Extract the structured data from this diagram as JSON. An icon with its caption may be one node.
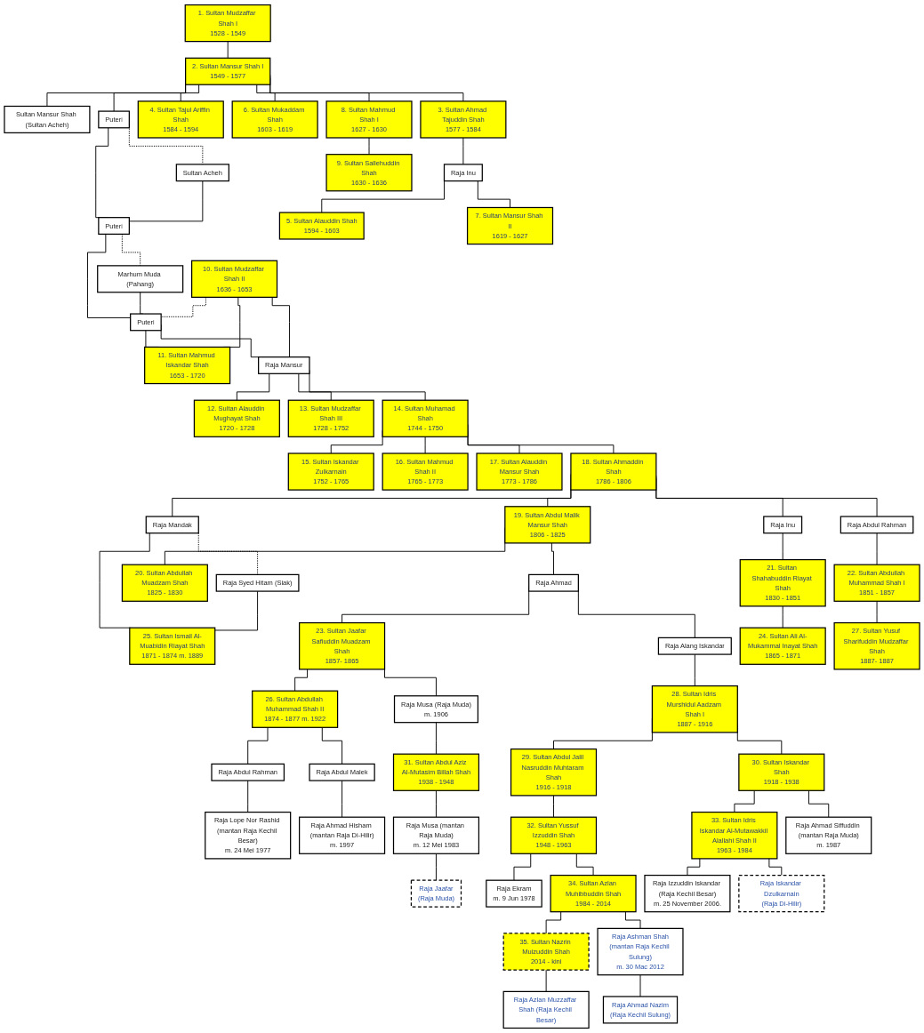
{
  "diagram": {
    "nodes": [
      {
        "text": [
          "1. Sultan Mudzaffar Shah I",
          "1528 - 1549"
        ]
      },
      {
        "text": [
          "2. Sultan Mansur Shah I",
          "1549 - 1577"
        ]
      },
      {
        "text": [
          "Sultan Mansur Shah (Sultan Acheh)"
        ]
      },
      {
        "text": [
          "3. Sultan Ahmad Tajuddin Shah",
          "1577 - 1584"
        ]
      },
      {
        "text": [
          "4. Sultan Tajul Ariffin Shah",
          "1584 - 1594"
        ]
      },
      {
        "text": [
          "6. Sultan Mukaddam Shah",
          "1603 - 1619"
        ]
      },
      {
        "text": [
          "8. Sultan Mahmud Shah I",
          "1627 - 1630"
        ]
      },
      {
        "text": [
          "Puteri"
        ]
      },
      {
        "text": [
          "Sultan Acheh"
        ]
      },
      {
        "text": [
          "Raja Inu"
        ]
      },
      {
        "text": [
          "9. Sultan Sallehuddin Shah",
          "1630 - 1636"
        ]
      },
      {
        "text": [
          "Puteri"
        ]
      },
      {
        "text": [
          "Marhum Muda (Pahang)"
        ]
      },
      {
        "text": [
          "5. Sultan Alauddin Shah",
          "1594 - 1603"
        ]
      },
      {
        "text": [
          "7. Sultan Mansur Shah II",
          "1619 - 1627"
        ]
      },
      {
        "text": [
          "Puteri"
        ]
      },
      {
        "text": [
          "10. Sultan Mudzaffar Shah II",
          "1636 - 1653"
        ]
      },
      {
        "text": [
          "11. Sultan Mahmud Iskandar Shah",
          "1653 - 1720"
        ]
      },
      {
        "text": [
          "Raja Mansur"
        ]
      },
      {
        "text": [
          "12. Sultan Alauddin Mughayat Shah",
          "1720 - 1728"
        ]
      },
      {
        "text": [
          "13. Sultan Mudzaffar Shah III",
          "1728 - 1752"
        ]
      },
      {
        "text": [
          "14. Sultan Muhamad Shah",
          "1744 - 1750"
        ]
      },
      {
        "text": [
          "15. Sultan Iskandar Zulkarnain",
          "1752 - 1765"
        ]
      },
      {
        "text": [
          "16. Sultan Mahmud Shah II",
          "1765 - 1773"
        ]
      },
      {
        "text": [
          "17. Sultan Alauddin Mansur Shah",
          "1773 - 1786"
        ]
      },
      {
        "text": [
          "18. Sultan Ahmaddin Shah",
          "1786 - 1806"
        ]
      },
      {
        "text": [
          "19. Sultan Abdul Malik Mansur Shah",
          "1806 - 1825"
        ]
      },
      {
        "text": [
          "Raja Inu"
        ]
      },
      {
        "text": [
          "Raja Abdul Rahman"
        ]
      },
      {
        "text": [
          "Raja Mandak"
        ]
      },
      {
        "text": [
          "Raja Syed Hitam (Siak)"
        ]
      },
      {
        "text": [
          "20. Sultan Abdullah Muadzam Shah",
          "1825 - 1830"
        ]
      },
      {
        "text": [
          "Raja Ahmad"
        ]
      },
      {
        "text": [
          "21. Sultan Shahabuddin Riayat Shah",
          "1830 - 1851"
        ]
      },
      {
        "text": [
          "22. Sultan Abdullah Muhammad Shah I",
          "1851 - 1857"
        ]
      },
      {
        "text": [
          "25. Sultan Ismail Al-Muabidin Riayat Shah",
          "1871 - 1874 m. 1889"
        ]
      },
      {
        "text": [
          "23. Sultan Jaafar Safiuddin Muadzam Shah",
          "1857- 1865"
        ]
      },
      {
        "text": [
          "Raja Alang Iskandar"
        ]
      },
      {
        "text": [
          "24. Sultan Ali Al-Mukammal Inayat Shah",
          "1865 - 1871"
        ]
      },
      {
        "text": [
          "27. Sultan Yusuf Sharifuddin Mudzaffar Shah",
          "1887- 1887"
        ]
      },
      {
        "text": [
          "26. Sultan Abdullah Muhammad Shah II",
          "1874 - 1877 m. 1922"
        ]
      },
      {
        "text": [
          "Raja Musa (Raja Muda)",
          "m. 1906"
        ]
      },
      {
        "text": [
          "28. Sultan Idris Murshidul Aadzam Shah I",
          "1887 - 1916"
        ]
      },
      {
        "text": [
          "Raja Abdul Rahman"
        ]
      },
      {
        "text": [
          "Raja Abdul Malek"
        ]
      },
      {
        "text": [
          "31. Sultan Abdul Aziz Al-Mutasim Billah Shah",
          "1938 - 1948"
        ]
      },
      {
        "text": [
          "29. Sultan Abdul Jalil Nasruddin Muhtaram Shah",
          "1916 - 1918"
        ]
      },
      {
        "text": [
          "30. Sultan Iskandar Shah",
          "1918 - 1938"
        ]
      },
      {
        "text": [
          "Raja Lope Nor Rashid (mantan Raja Kechil Besar)",
          "m. 24 Mei 1977"
        ]
      },
      {
        "text": [
          "Raja Ahmad Hisham (mantan Raja Di-Hilir)",
          "m. 1997"
        ]
      },
      {
        "text": [
          "Raja Musa (mantan Raja Muda)",
          "m. 12 Mei 1983"
        ]
      },
      {
        "text": [
          "32. Sultan Yussuf Izzuddin Shah",
          "1948 - 1963"
        ]
      },
      {
        "text": [
          "33. Sultan Idris Iskandar Al-Mutawakkil Alallahi Shah II",
          "1963 - 1984"
        ]
      },
      {
        "text": [
          "Raja Ahmad Siffuddin (mantan Raja Muda)",
          "m. 1987"
        ]
      },
      {
        "text": [
          "Raja Jaafar",
          "(Raja Muda)"
        ]
      },
      {
        "text": [
          "Raja Ekram",
          "m. 9 Jun 1978"
        ]
      },
      {
        "text": [
          "34. Sultan Azlan Muhibbuddin Shah",
          "1984 - 2014"
        ]
      },
      {
        "text": [
          "Raja Izzuddin Iskandar (Raja Kechil Besar)",
          "m. 25 November 2006."
        ]
      },
      {
        "text": [
          "Raja Iskandar Dzulkarnain",
          "(Raja Di-Hilir)"
        ]
      },
      {
        "text": [
          "35. Sultan Nazrin Muizuddin Shah",
          "2014 - kini"
        ]
      },
      {
        "text": [
          "Raja Ashman Shah",
          "(mantan Raja Kechil Sulung)",
          "m. 30 Mac 2012"
        ]
      },
      {
        "text": [
          "Raja Azlan Muzzaffar Shah (Raja Kechil Besar)"
        ]
      },
      {
        "text": [
          "Raja Ahmad Nazim",
          "(Raja Kechil Sulung)"
        ]
      }
    ],
    "edges": [
      {
        "from": 0,
        "to": 1,
        "arrow": "none"
      },
      {
        "from": 1,
        "to": 2,
        "arrow": "none"
      },
      {
        "from": 1,
        "to": 3,
        "arrow": "none"
      },
      {
        "from": 1,
        "to": 4,
        "arrow": "none"
      },
      {
        "from": 1,
        "to": 5,
        "arrow": "none"
      },
      {
        "from": 1,
        "to": 6,
        "arrow": "none"
      },
      {
        "from": 1,
        "to": 7,
        "arrow": "none"
      },
      {
        "from": 7,
        "to": 8,
        "arrow": "none",
        "style": "dashed"
      },
      {
        "from": 3,
        "to": 9,
        "arrow": "none"
      },
      {
        "from": 6,
        "to": 10,
        "arrow": "none"
      },
      {
        "from": 7,
        "to": 11,
        "arrow": "none"
      },
      {
        "from": 8,
        "to": 11,
        "arrow": "none"
      },
      {
        "from": 11,
        "to": 12,
        "arrow": "none",
        "style": "dashed"
      },
      {
        "from": 9,
        "to": 13,
        "arrow": "none"
      },
      {
        "from": 9,
        "to": 14,
        "arrow": "none"
      },
      {
        "from": 11,
        "to": 15,
        "arrow": "none"
      },
      {
        "from": 12,
        "to": 15,
        "arrow": "none"
      },
      {
        "from": 16,
        "to": 15,
        "arrow": "none",
        "style": "dashed"
      },
      {
        "from": 15,
        "to": 17,
        "arrow": "none"
      },
      {
        "from": 15,
        "to": 18,
        "arrow": "none"
      },
      {
        "from": 16,
        "to": 17,
        "arrow": "none"
      },
      {
        "from": 16,
        "to": 18,
        "arrow": "none"
      },
      {
        "from": 18,
        "to": 19,
        "arrow": "none"
      },
      {
        "from": 18,
        "to": 20,
        "arrow": "none"
      },
      {
        "from": 18,
        "to": 21,
        "arrow": "none"
      },
      {
        "from": 21,
        "to": 22,
        "arrow": "none"
      },
      {
        "from": 21,
        "to": 23,
        "arrow": "none"
      },
      {
        "from": 21,
        "to": 24,
        "arrow": "none"
      },
      {
        "from": 21,
        "to": 25,
        "arrow": "none"
      },
      {
        "from": 25,
        "to": 26,
        "arrow": "none"
      },
      {
        "from": 25,
        "to": 27,
        "arrow": "none"
      },
      {
        "from": 25,
        "to": 28,
        "arrow": "none"
      },
      {
        "from": 25,
        "to": 29,
        "arrow": "none"
      },
      {
        "from": 29,
        "to": 30,
        "arrow": "none",
        "style": "dashed"
      },
      {
        "from": 26,
        "to": 31,
        "arrow": "none"
      },
      {
        "from": 26,
        "to": 32,
        "arrow": "none"
      },
      {
        "from": 27,
        "to": 33,
        "arrow": "none"
      },
      {
        "from": 28,
        "to": 34,
        "arrow": "none"
      },
      {
        "from": 29,
        "to": 35,
        "arrow": "none"
      },
      {
        "from": 30,
        "to": 35,
        "arrow": "none"
      },
      {
        "from": 32,
        "to": 36,
        "arrow": "none"
      },
      {
        "from": 32,
        "to": 37,
        "arrow": "none"
      },
      {
        "from": 33,
        "to": 38,
        "arrow": "none"
      },
      {
        "from": 34,
        "to": 39,
        "arrow": "none"
      },
      {
        "from": 36,
        "to": 40,
        "arrow": "none"
      },
      {
        "from": 36,
        "to": 41,
        "arrow": "none"
      },
      {
        "from": 37,
        "to": 42,
        "arrow": "none"
      },
      {
        "from": 40,
        "to": 43,
        "arrow": "none"
      },
      {
        "from": 40,
        "to": 44,
        "arrow": "none"
      },
      {
        "from": 41,
        "to": 45,
        "arrow": "none"
      },
      {
        "from": 42,
        "to": 46,
        "arrow": "none"
      },
      {
        "from": 42,
        "to": 47,
        "arrow": "none"
      },
      {
        "from": 43,
        "to": 48,
        "arrow": "none"
      },
      {
        "from": 44,
        "to": 49,
        "arrow": "none"
      },
      {
        "from": 45,
        "to": 50,
        "arrow": "none"
      },
      {
        "from": 46,
        "to": 51,
        "arrow": "none"
      },
      {
        "from": 47,
        "to": 52,
        "arrow": "none"
      },
      {
        "from": 47,
        "to": 53,
        "arrow": "none"
      },
      {
        "from": 50,
        "to": 54,
        "arrow": "none"
      },
      {
        "from": 51,
        "to": 55,
        "arrow": "none"
      },
      {
        "from": 51,
        "to": 56,
        "arrow": "none"
      },
      {
        "from": 52,
        "to": 57,
        "arrow": "none"
      },
      {
        "from": 52,
        "to": 58,
        "arrow": "none"
      },
      {
        "from": 56,
        "to": 59,
        "arrow": "none"
      },
      {
        "from": 56,
        "to": 60,
        "arrow": "none"
      },
      {
        "from": 59,
        "to": 61,
        "arrow": "none"
      },
      {
        "from": 60,
        "to": 62,
        "arrow": "none"
      }
    ]
  }
}
